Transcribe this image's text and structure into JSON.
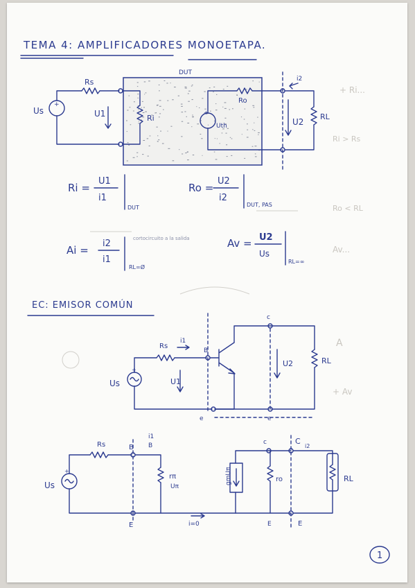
{
  "title": "TEMA 4: AMPLIFICADORES MONOETAPA.",
  "page_number": "1",
  "dut_circuit": {
    "dut_label": "DUT",
    "rs": "Rs",
    "us": "Us",
    "u1": "U1",
    "ri": "Ri",
    "ro": "Ro",
    "uth": "Uth",
    "u2": "U2",
    "rl": "RL",
    "i2": "i2"
  },
  "formulas": {
    "ri_lhs": "Ri =",
    "ri_num": "U1",
    "ri_den": "i1",
    "ri_cond": "DUT",
    "ro_lhs": "Ro =",
    "ro_num": "U2",
    "ro_den": "i2",
    "ro_cond": "DUT, PAS",
    "ai_lhs": "Ai =",
    "ai_num": "i2",
    "ai_den": "i1",
    "ai_note": "cortocircuito a la salida",
    "ai_cond": "RL=Ø",
    "av_lhs": "Av =",
    "av_num": "U2",
    "av_den": "Us",
    "av_cond": "RL=∞"
  },
  "section_ec": {
    "heading": "EC: EMISOR COMÚN",
    "rs": "Rs",
    "i1": "i1",
    "b": "B",
    "c": "c",
    "e": "e",
    "e2": "e",
    "us": "Us",
    "u1": "U1",
    "u2": "U2",
    "rl": "RL"
  },
  "small_signal": {
    "rs": "Rs",
    "b": "B",
    "i1": "i1",
    "ib": "B",
    "rpi": "rπ",
    "upi": "Uπ",
    "us": "Us",
    "c": "c",
    "c2": "C",
    "i2": "i2",
    "gm": "gmUπ",
    "ro": "ro",
    "rl": "RL",
    "e1": "E",
    "e2": "E",
    "e3": "E",
    "i0": "i=0"
  },
  "ghost_text": [
    "+ Ri...",
    "Ri > Rs",
    "Ro < RL",
    "Av...",
    "A",
    "+ Av"
  ]
}
